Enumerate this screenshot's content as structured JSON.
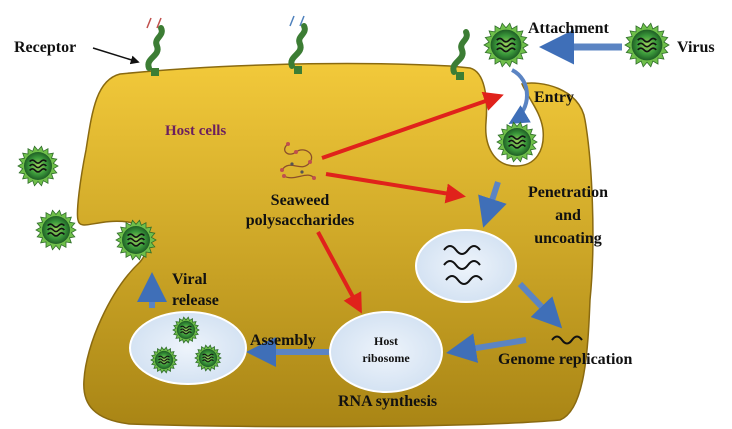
{
  "labels": {
    "receptor": "Receptor",
    "attachment": "Attachment",
    "virus": "Virus",
    "entry": "Entry",
    "host_cells": "Host cells",
    "seaweed_line1": "Seaweed",
    "seaweed_line2": "polysaccharides",
    "penetration_line1": "Penetration",
    "penetration_line2": "and",
    "penetration_line3": "uncoating",
    "viral_line1": "Viral",
    "viral_line2": "release",
    "assembly": "Assembly",
    "host_ribosome_line1": "Host",
    "host_ribosome_line2": "ribosome",
    "genome_replication": "Genome replication",
    "rna_synthesis": "RNA synthesis"
  },
  "colors": {
    "cell_top": "#efc435",
    "cell_bottom": "#b08a17",
    "cell_outline": "#8a6a10",
    "virus_core": "#2f8a3a",
    "virus_spike": "#6fbf4a",
    "receptor": "#3c7d34",
    "vesicle": "#dde9f7",
    "arrow_blue": "#5b84c3",
    "arrow_red": "#e0221b",
    "host_cells_text": "#6b1f5e"
  }
}
